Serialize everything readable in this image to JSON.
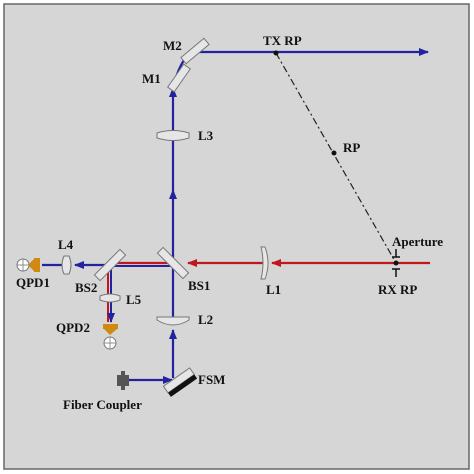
{
  "labels": {
    "m2": "M2",
    "tx_rp": "TX RP",
    "m1": "M1",
    "l3": "L3",
    "rp": "RP",
    "aperture": "Aperture",
    "l4": "L4",
    "qpd1": "QPD1",
    "bs2": "BS2",
    "bs1": "BS1",
    "l1": "L1",
    "rx_rp": "RX RP",
    "l5": "L5",
    "qpd2": "QPD2",
    "l2": "L2",
    "fsm": "FSM",
    "fiber_coupler": "Fiber Coupler"
  },
  "colors": {
    "background": "#d6d6d6",
    "frame": "#666666",
    "tx_beam": "#2323a0",
    "rx_beam": "#c0161c",
    "detector": "#d08a10",
    "optic_fill": "#e6e6e6",
    "mirror_back": "#111111"
  }
}
